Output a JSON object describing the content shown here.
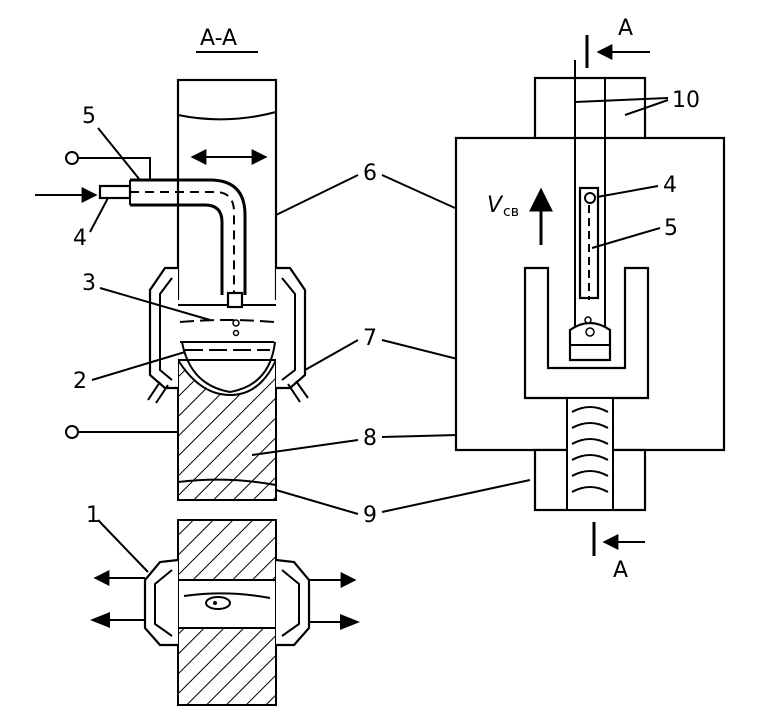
{
  "section_label": "A-A",
  "cut_marks": [
    "A",
    "A"
  ],
  "speed_label": "V",
  "speed_subscript": "св",
  "callouts": {
    "left": [
      "5",
      "4",
      "3",
      "2",
      "1"
    ],
    "middle": [
      "6",
      "7",
      "8",
      "9"
    ],
    "right": [
      "10",
      "4",
      "5"
    ]
  }
}
